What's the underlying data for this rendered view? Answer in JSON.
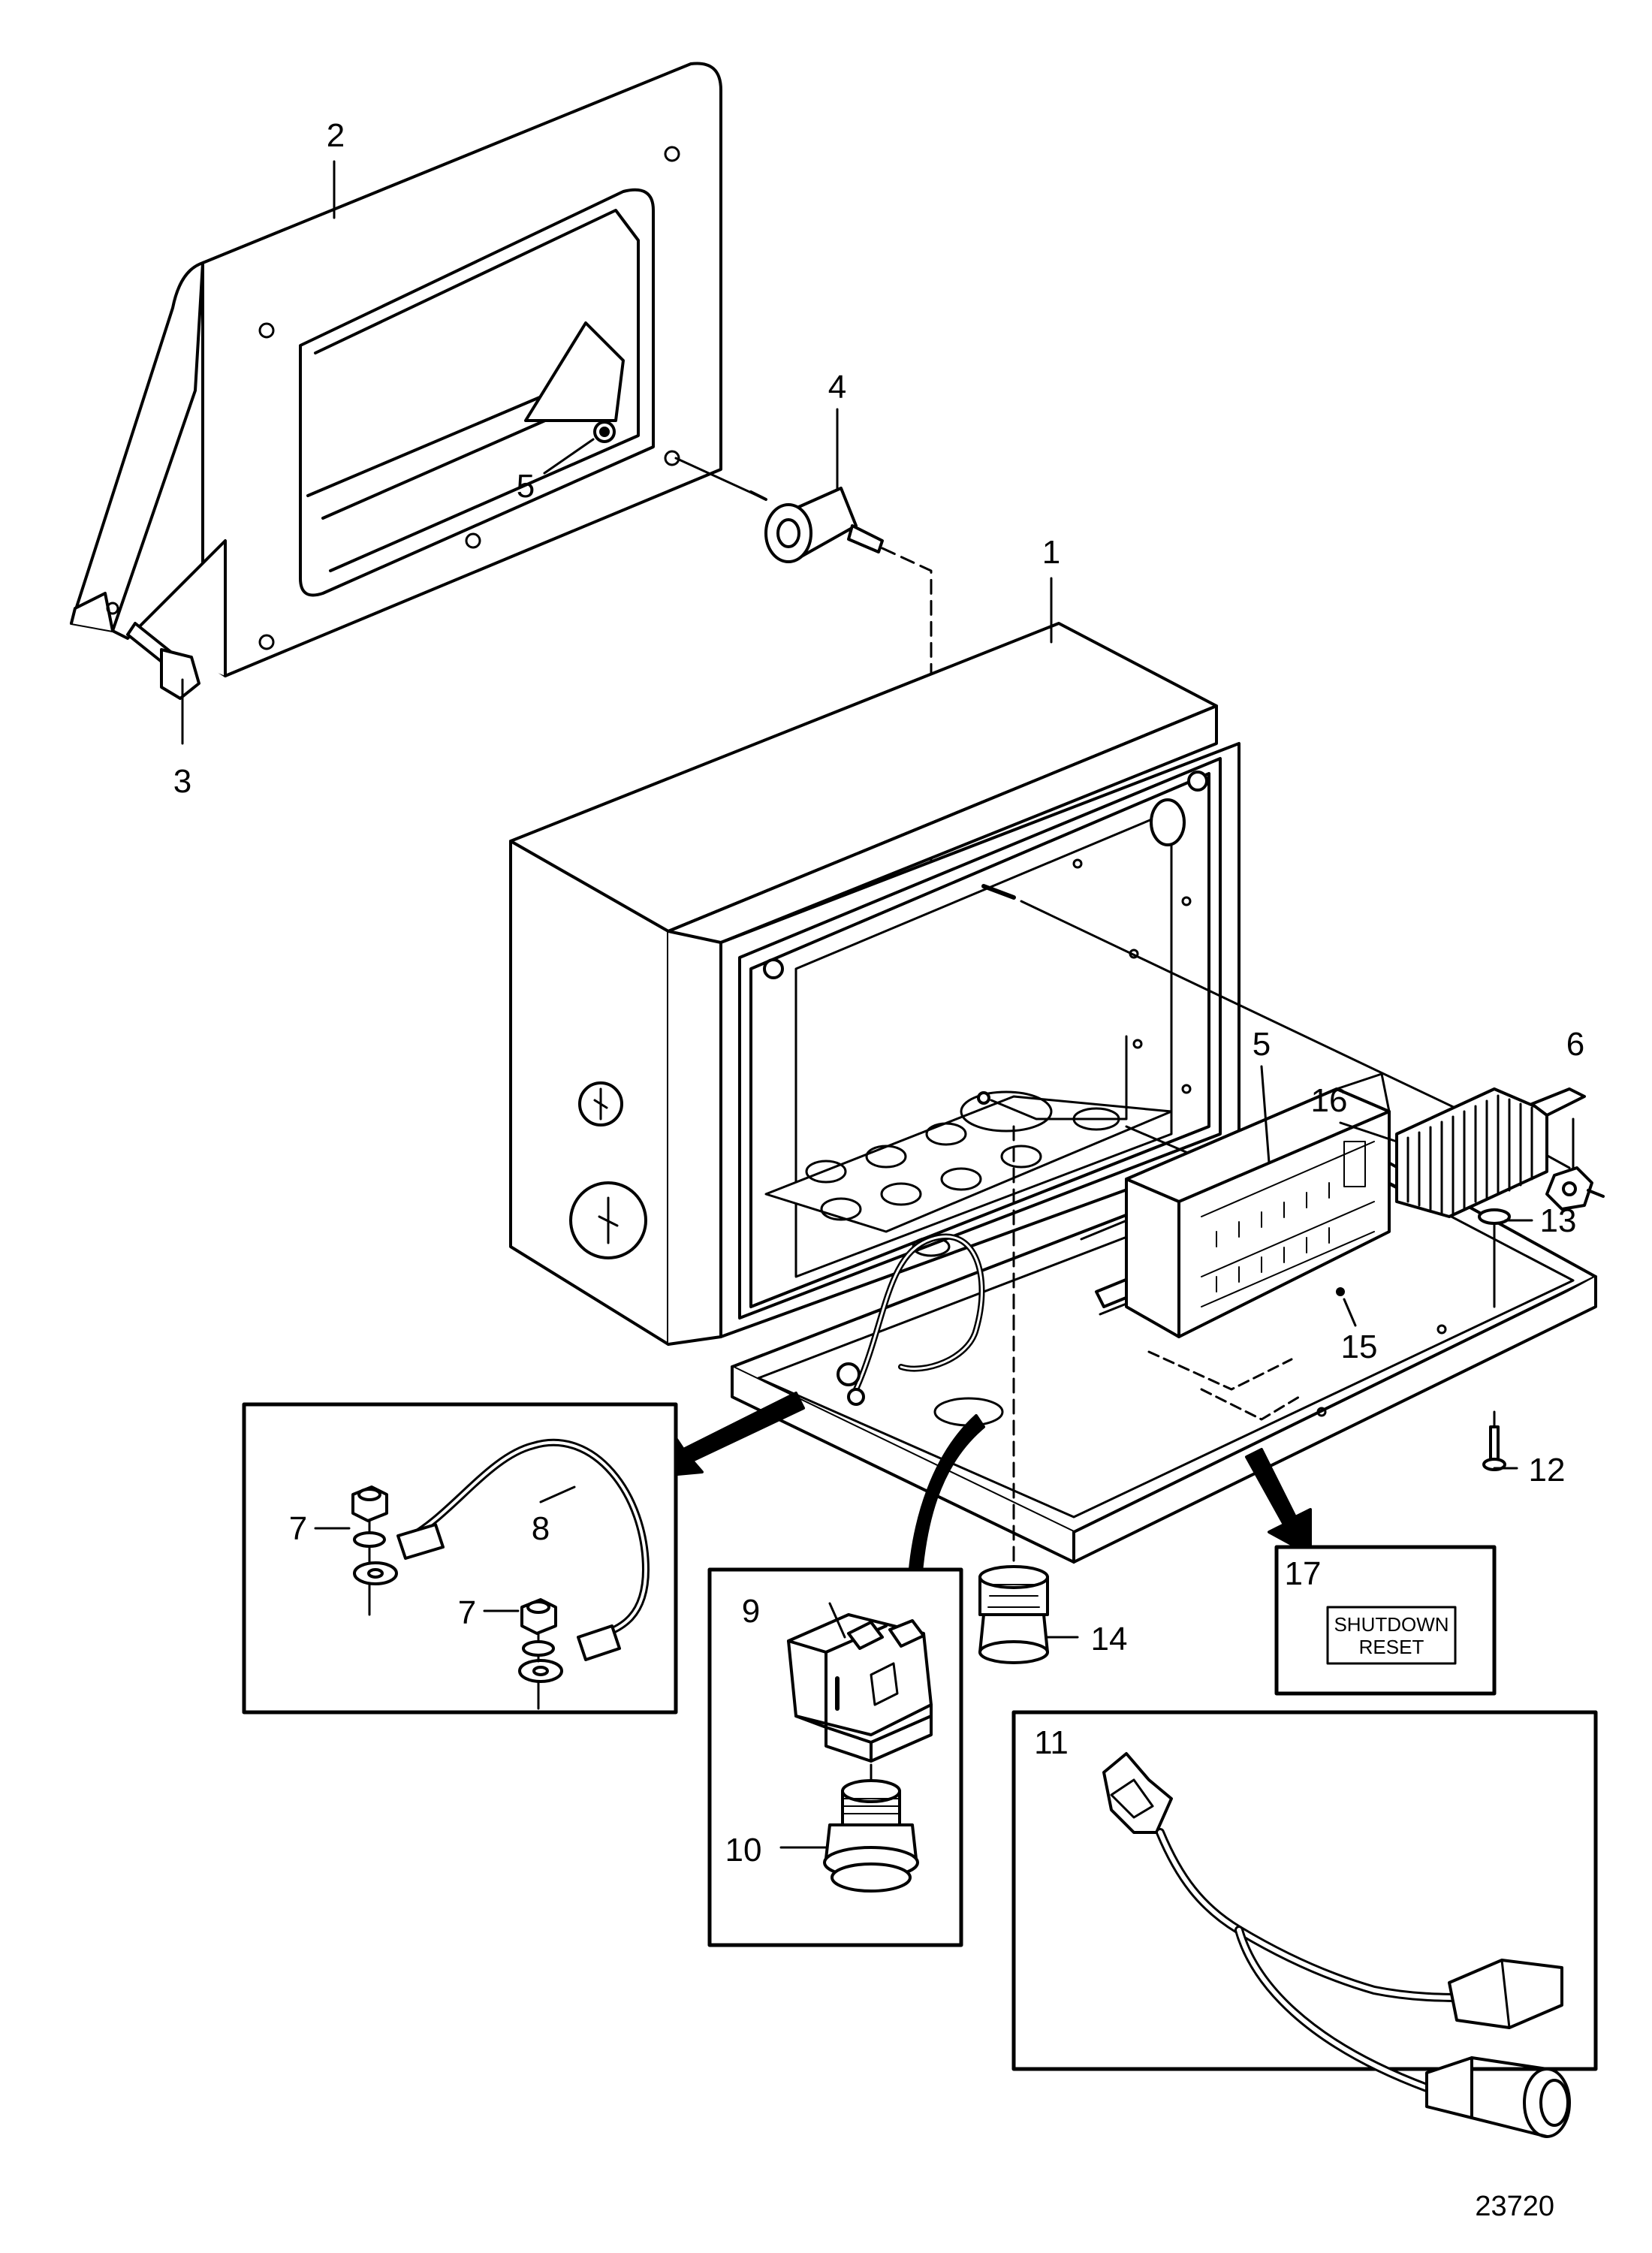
{
  "callouts": {
    "c1": "1",
    "c2": "2",
    "c3": "3",
    "c4": "4",
    "c5a": "5",
    "c5b": "5",
    "c6": "6",
    "c7a": "7",
    "c7b": "7",
    "c8": "8",
    "c9": "9",
    "c10": "10",
    "c11": "11",
    "c12": "12",
    "c13": "13",
    "c14": "14",
    "c15": "15",
    "c16": "16",
    "c17": "17"
  },
  "label_plate": {
    "line1": "SHUTDOWN",
    "line2": "RESET"
  },
  "figure_number": "23720",
  "colors": {
    "line": "#000000",
    "background": "#ffffff",
    "fill": "#ffffff"
  }
}
